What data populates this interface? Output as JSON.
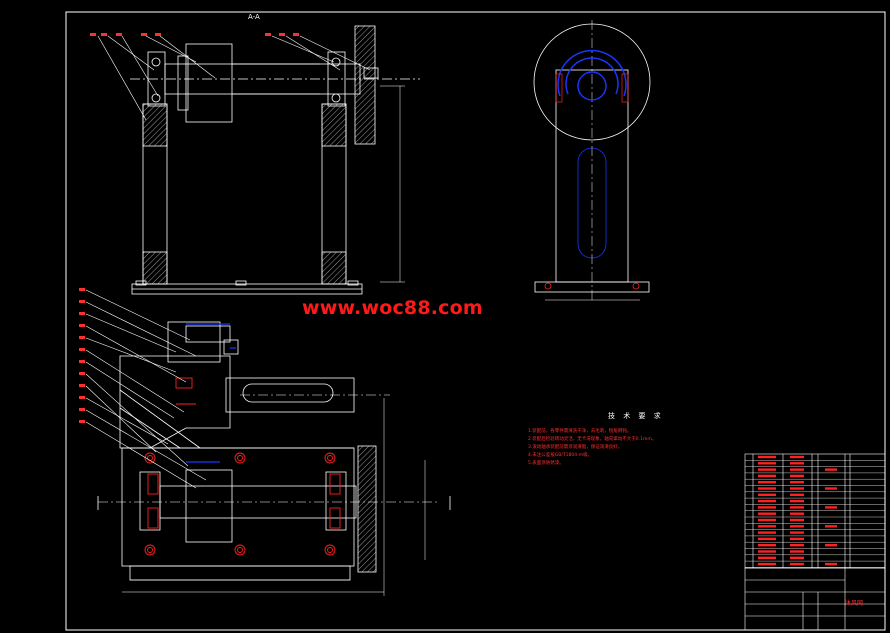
{
  "drawing": {
    "section_label": "A-A",
    "watermark": "www.woc88.com",
    "tech_requirements_title": "技 术 要 求",
    "tech_notes": [
      "1.装配前，各零件需清洗干净，去毛刺，锐角倒钝。",
      "2.装配后检验转动灵活，无卡滞现象，轴向窜动不大于0.1mm。",
      "3.滚动轴承装配前需涂润滑脂，保证润滑良好。",
      "4.未注公差按GB/T1804-m级。",
      "5.表面涂防锈漆。"
    ],
    "logo_text": "沐风网"
  },
  "colors": {
    "background": "#000000",
    "line": "#ffffff",
    "accent": "#ff2020",
    "blue": "#1a35ff"
  }
}
